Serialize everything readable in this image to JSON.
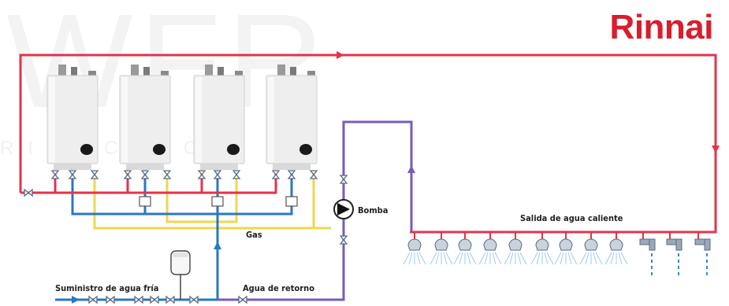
{
  "brand": {
    "name": "Rinnai"
  },
  "watermark": {
    "text": "WFR",
    "subtext": "RICOCALOR"
  },
  "labels": {
    "pump": "Bomba",
    "gas": "Gas",
    "hot_water_out": "Salida de agua caliente",
    "cold_supply": "Suministro de agua fría",
    "return_water": "Agua de retorno"
  },
  "colors": {
    "brand": "#d81e2c",
    "hot_line": "#e2344a",
    "cold_line": "#2b77c2",
    "gas_line": "#f2d64b",
    "return_line": "#7a5bb8",
    "valve": "#5a6b80"
  },
  "icons": {
    "heaters": "water-heater-icon",
    "pump": "pump-icon",
    "valve": "valve-icon",
    "expansion_tank": "expansion-tank-icon",
    "shower": "shower-head-icon",
    "faucet": "faucet-icon"
  }
}
